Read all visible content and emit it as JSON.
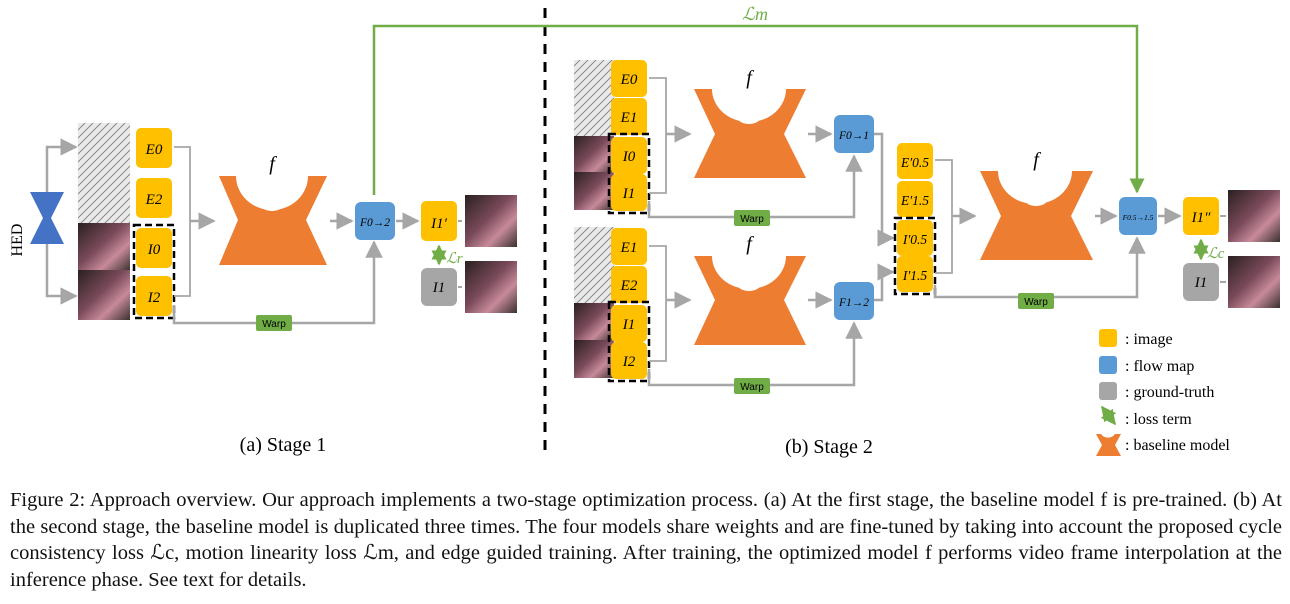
{
  "dual_path": {
    "lm_label": "ℒm"
  },
  "stage1": {
    "hed_label": "HED",
    "inputs": [
      "E0",
      "E2",
      "I0",
      "I2"
    ],
    "model_label": "f",
    "flow_label": "F0→2",
    "output_label": "I1′",
    "gt_label": "I1",
    "loss_label": "ℒr",
    "warp_label": "Warp",
    "stage_label": "(a) Stage 1"
  },
  "stage2": {
    "top": {
      "inputs": [
        "E0",
        "E1",
        "I0",
        "I1"
      ],
      "model_label": "f",
      "flow_label": "F0→1",
      "warp_label": "Warp"
    },
    "bottom": {
      "inputs": [
        "E1",
        "E2",
        "I1",
        "I2"
      ],
      "model_label": "f",
      "flow_label": "F1→2",
      "warp_label": "Warp"
    },
    "mid_inputs": [
      "E′0.5",
      "E′1.5",
      "I′0.5",
      "I′1.5"
    ],
    "third": {
      "model_label": "f",
      "flow_label": "F0.5→1.5",
      "warp_label": "Warp"
    },
    "output_label": "I1″",
    "gt_label": "I1",
    "loss_label": "ℒc",
    "stage_label": "(b) Stage 2"
  },
  "legend": [
    {
      "kind": "image",
      "text": ": image",
      "color": "#FFC000"
    },
    {
      "kind": "flow",
      "text": ": flow map",
      "color": "#5B9BD5"
    },
    {
      "kind": "gt",
      "text": ": ground-truth",
      "color": "#A6A6A6"
    },
    {
      "kind": "loss",
      "text": ": loss term",
      "color": "#70AD47"
    },
    {
      "kind": "model",
      "text": ": baseline model",
      "color": "#ED7D31"
    }
  ],
  "colors": {
    "image": "#FFC000",
    "flow": "#5B9BD5",
    "gt": "#A6A6A6",
    "loss": "#70AD47",
    "model": "#ED7D31",
    "hed": "#4472C4",
    "arrow": "#A6A6A6"
  },
  "caption": {
    "line1": "Figure 2: Approach overview. Our approach implements a two-stage optimization process. (a) At the first stage, the baseline",
    "line2": "model f is pre-trained. (b) At the second stage, the baseline model is duplicated three times. The four models share weights",
    "line3": "and are fine-tuned by taking into account the proposed cycle consistency loss ℒc, motion linearity loss ℒm, and edge guided",
    "line4": "training. After training, the optimized model f performs video frame interpolation at the inference phase. See text for details."
  }
}
